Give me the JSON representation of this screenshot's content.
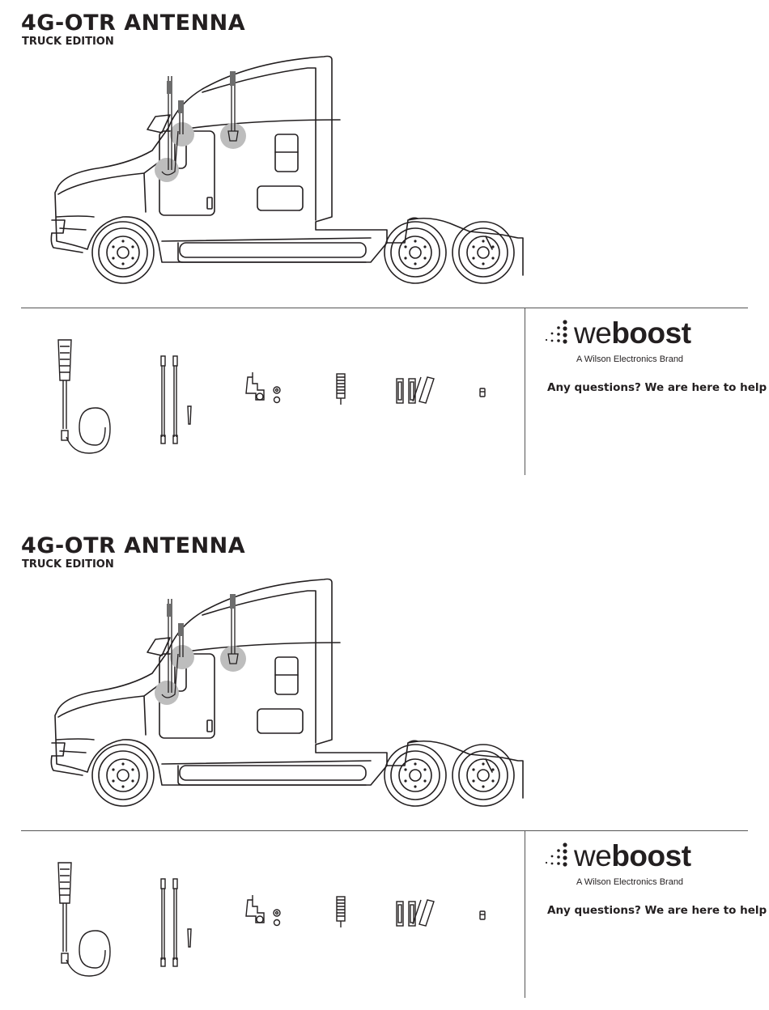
{
  "panels": [
    {
      "title": "4G-OTR ANTENNA",
      "subtitle": "TRUCK EDITION",
      "brand": {
        "we": "we",
        "boost": "boost",
        "tagline": "A Wilson Electronics Brand"
      },
      "help_text": "Any questions? We are here to help"
    },
    {
      "title": "4G-OTR ANTENNA",
      "subtitle": "TRUCK EDITION",
      "brand": {
        "we": "we",
        "boost": "boost",
        "tagline": "A Wilson Electronics Brand"
      },
      "help_text": "Any questions? We are here to help"
    }
  ],
  "colors": {
    "ink": "#231f20",
    "highlight": "#bdbdbd",
    "antenna": "#6d6d6d"
  },
  "icons": [
    "truck-illustration",
    "antenna-with-cable-icon",
    "antenna-mast-icon",
    "mirror-mount-bracket-icon",
    "spring-icon",
    "shim-plates-icon",
    "connector-cap-icon",
    "weboost-dots-icon"
  ]
}
